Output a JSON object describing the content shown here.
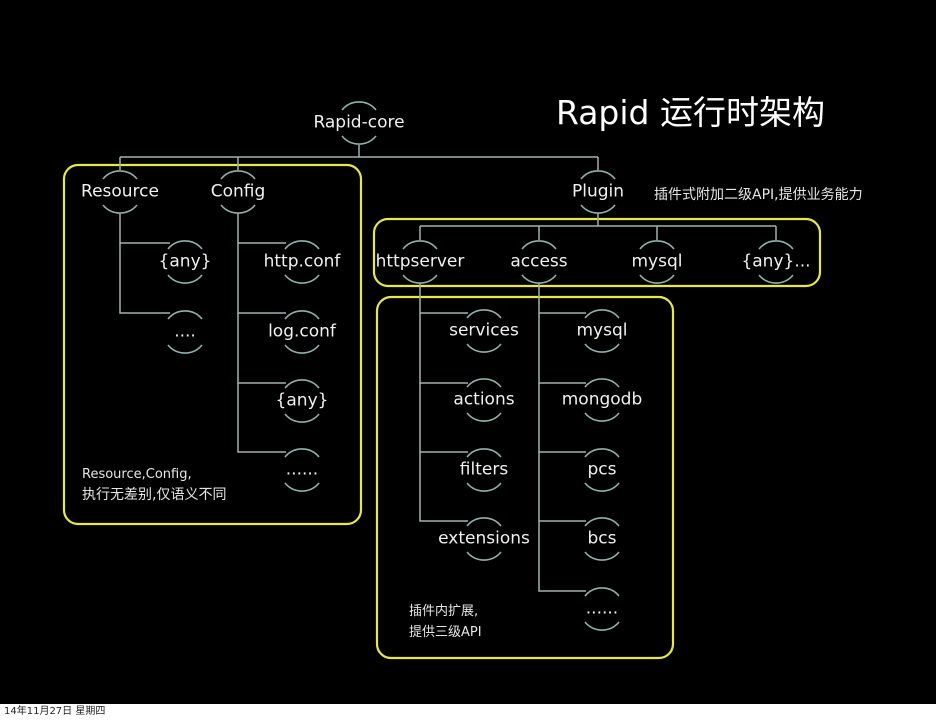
{
  "title": "Rapid 运行时架构",
  "colors": {
    "background": "#000000",
    "group_border": "#e6e84a",
    "connector": "#9fb3b0",
    "node_arc": "#8fb1ab",
    "text": "#f0f0f0"
  },
  "root": {
    "label": "Rapid-core"
  },
  "level1": [
    {
      "id": "resource",
      "label": "Resource"
    },
    {
      "id": "config",
      "label": "Config"
    },
    {
      "id": "plugin",
      "label": "Plugin"
    }
  ],
  "resource_children": [
    {
      "label": "{any}"
    },
    {
      "label": "...."
    }
  ],
  "config_children": [
    {
      "label": "http.conf"
    },
    {
      "label": "log.conf"
    },
    {
      "label": "{any}"
    },
    {
      "label": "......"
    }
  ],
  "plugin_children": [
    {
      "label": "httpserver"
    },
    {
      "label": "access"
    },
    {
      "label": "mysql"
    },
    {
      "label": "{any}..."
    }
  ],
  "httpserver_children": [
    {
      "label": "services"
    },
    {
      "label": "actions"
    },
    {
      "label": "filters"
    },
    {
      "label": "extensions"
    }
  ],
  "access_children": [
    {
      "label": "mysql"
    },
    {
      "label": "mongodb"
    },
    {
      "label": "pcs"
    },
    {
      "label": "bcs"
    },
    {
      "label": "......"
    }
  ],
  "notes": {
    "plugin": "插件式附加二级API,提供业务能力",
    "resource_config_line1": "Resource,Config,",
    "resource_config_line2": "执行无差别,仅语义不同",
    "plugin_ext_line1": "插件内扩展,",
    "plugin_ext_line2": "提供三级API"
  },
  "footer": {
    "date": "14年11月27日 星期四"
  }
}
